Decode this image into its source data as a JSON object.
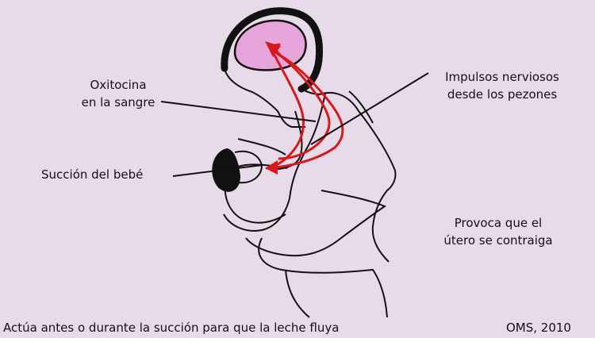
{
  "labels": {
    "oxytocin_line1": "Oxitocina",
    "oxytocin_line2": "en la sangre",
    "nerve_line1": "Impulsos nerviosos",
    "nerve_line2": "desde los pezones",
    "suction": "Succión del bebé",
    "uterus_line1": "Provoca que el",
    "uterus_line2": "útero se contraiga"
  },
  "footer": {
    "caption": "Actúa antes o durante la succión para que la leche fluya",
    "source": "OMS, 2010"
  },
  "colors": {
    "background": "#e8dbe9",
    "brain": "#e6a6dc",
    "arrow": "#d8191c",
    "line": "#111111"
  }
}
